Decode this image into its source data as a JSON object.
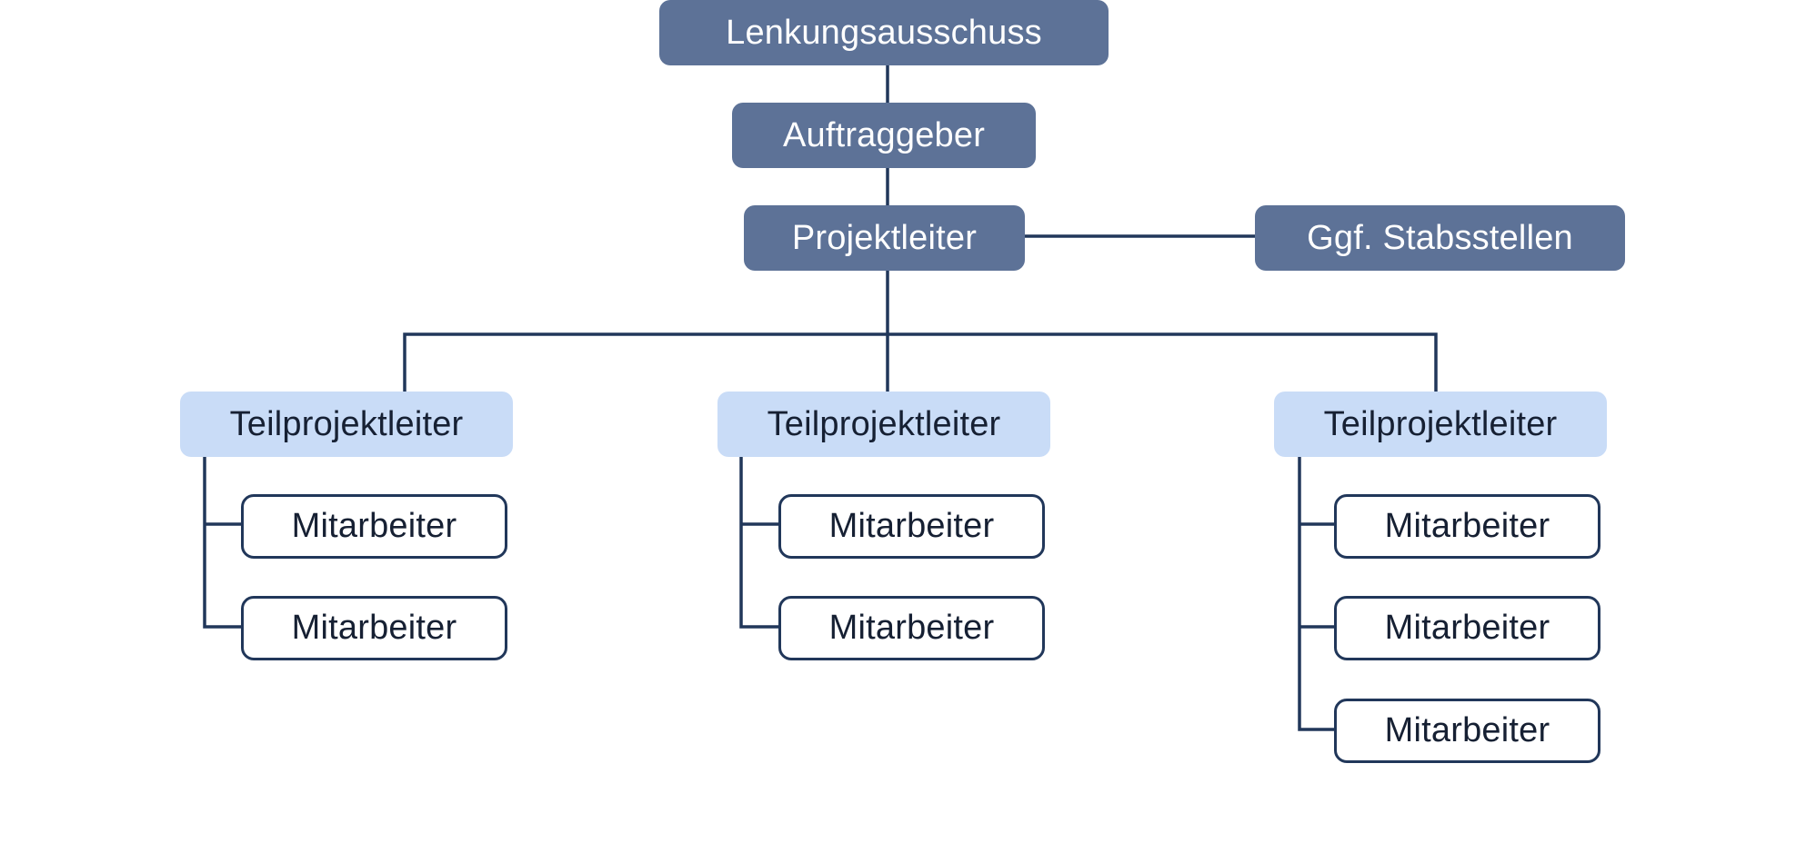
{
  "diagram": {
    "steering": "Lenkungsausschuss",
    "client": "Auftraggeber",
    "project_lead": "Projektleiter",
    "staff": "Ggf. Stabsstellen",
    "subprojects": [
      {
        "lead": "Teilprojektleiter",
        "members": [
          "Mitarbeiter",
          "Mitarbeiter"
        ]
      },
      {
        "lead": "Teilprojektleiter",
        "members": [
          "Mitarbeiter",
          "Mitarbeiter"
        ]
      },
      {
        "lead": "Teilprojektleiter",
        "members": [
          "Mitarbeiter",
          "Mitarbeiter",
          "Mitarbeiter"
        ]
      }
    ]
  },
  "colors": {
    "dark_box": "#5d7297",
    "light_box": "#c9dcf7",
    "line": "#21375a"
  }
}
